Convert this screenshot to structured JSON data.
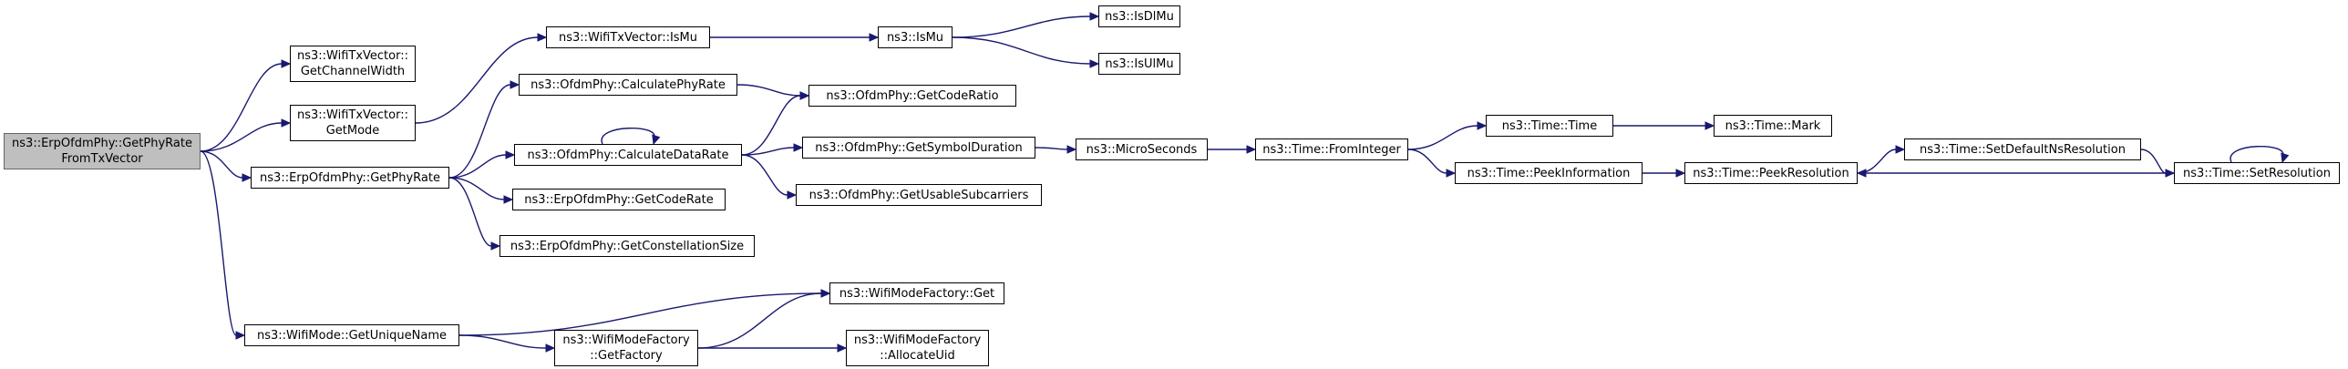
{
  "nodes": [
    {
      "id": "n0",
      "lines": [
        "ns3::ErpOfdmPhy::GetPhyRate",
        "FromTxVector"
      ],
      "root": true
    },
    {
      "id": "n1",
      "lines": [
        "ns3::WifiTxVector::",
        "GetChannelWidth"
      ]
    },
    {
      "id": "n2",
      "lines": [
        "ns3::WifiTxVector::",
        "GetMode"
      ]
    },
    {
      "id": "n3",
      "lines": [
        "ns3::ErpOfdmPhy::GetPhyRate"
      ]
    },
    {
      "id": "n4",
      "lines": [
        "ns3::WifiMode::GetUniqueName"
      ]
    },
    {
      "id": "n5",
      "lines": [
        "ns3::WifiTxVector::IsMu"
      ]
    },
    {
      "id": "n6",
      "lines": [
        "ns3::IsMu"
      ]
    },
    {
      "id": "n7",
      "lines": [
        "ns3::IsDlMu"
      ]
    },
    {
      "id": "n8",
      "lines": [
        "ns3::IsUlMu"
      ]
    },
    {
      "id": "n9",
      "lines": [
        "ns3::OfdmPhy::CalculatePhyRate"
      ]
    },
    {
      "id": "n10",
      "lines": [
        "ns3::OfdmPhy::GetCodeRatio"
      ]
    },
    {
      "id": "n11",
      "lines": [
        "ns3::OfdmPhy::CalculateDataRate"
      ]
    },
    {
      "id": "n12",
      "lines": [
        "ns3::ErpOfdmPhy::GetCodeRate"
      ]
    },
    {
      "id": "n13",
      "lines": [
        "ns3::ErpOfdmPhy::GetConstellationSize"
      ]
    },
    {
      "id": "n14",
      "lines": [
        "ns3::OfdmPhy::GetSymbolDuration"
      ]
    },
    {
      "id": "n15",
      "lines": [
        "ns3::OfdmPhy::GetUsableSubcarriers"
      ]
    },
    {
      "id": "n16",
      "lines": [
        "ns3::MicroSeconds"
      ]
    },
    {
      "id": "n17",
      "lines": [
        "ns3::Time::FromInteger"
      ]
    },
    {
      "id": "n18",
      "lines": [
        "ns3::Time::Time"
      ]
    },
    {
      "id": "n19",
      "lines": [
        "ns3::Time::Mark"
      ]
    },
    {
      "id": "n20",
      "lines": [
        "ns3::Time::PeekInformation"
      ]
    },
    {
      "id": "n21",
      "lines": [
        "ns3::Time::PeekResolution"
      ]
    },
    {
      "id": "n22",
      "lines": [
        "ns3::Time::SetDefaultNsResolution"
      ]
    },
    {
      "id": "n23",
      "lines": [
        "ns3::Time::SetResolution"
      ]
    },
    {
      "id": "n24",
      "lines": [
        "ns3::WifiModeFactory::Get"
      ]
    },
    {
      "id": "n25",
      "lines": [
        "ns3::WifiModeFactory",
        "::GetFactory"
      ]
    },
    {
      "id": "n26",
      "lines": [
        "ns3::WifiModeFactory",
        "::AllocateUid"
      ]
    }
  ],
  "edges": [
    [
      "n0",
      "n1"
    ],
    [
      "n0",
      "n2"
    ],
    [
      "n0",
      "n3"
    ],
    [
      "n0",
      "n4"
    ],
    [
      "n2",
      "n5"
    ],
    [
      "n5",
      "n6"
    ],
    [
      "n6",
      "n7"
    ],
    [
      "n6",
      "n8"
    ],
    [
      "n3",
      "n9"
    ],
    [
      "n3",
      "n11"
    ],
    [
      "n3",
      "n12"
    ],
    [
      "n3",
      "n13"
    ],
    [
      "n9",
      "n10"
    ],
    [
      "n11",
      "n10"
    ],
    [
      "n11",
      "n11"
    ],
    [
      "n11",
      "n14"
    ],
    [
      "n11",
      "n15"
    ],
    [
      "n14",
      "n16"
    ],
    [
      "n16",
      "n17"
    ],
    [
      "n17",
      "n18"
    ],
    [
      "n17",
      "n20"
    ],
    [
      "n18",
      "n19"
    ],
    [
      "n20",
      "n21"
    ],
    [
      "n21",
      "n22"
    ],
    [
      "n22",
      "n23"
    ],
    [
      "n23",
      "n21"
    ],
    [
      "n23",
      "n23"
    ],
    [
      "n4",
      "n24"
    ],
    [
      "n4",
      "n25"
    ],
    [
      "n25",
      "n24"
    ],
    [
      "n25",
      "n26"
    ]
  ],
  "colors": {
    "edge": "#191970",
    "node_border": "#000000",
    "root_fill": "#bfbfbf",
    "root_border": "#666666"
  }
}
